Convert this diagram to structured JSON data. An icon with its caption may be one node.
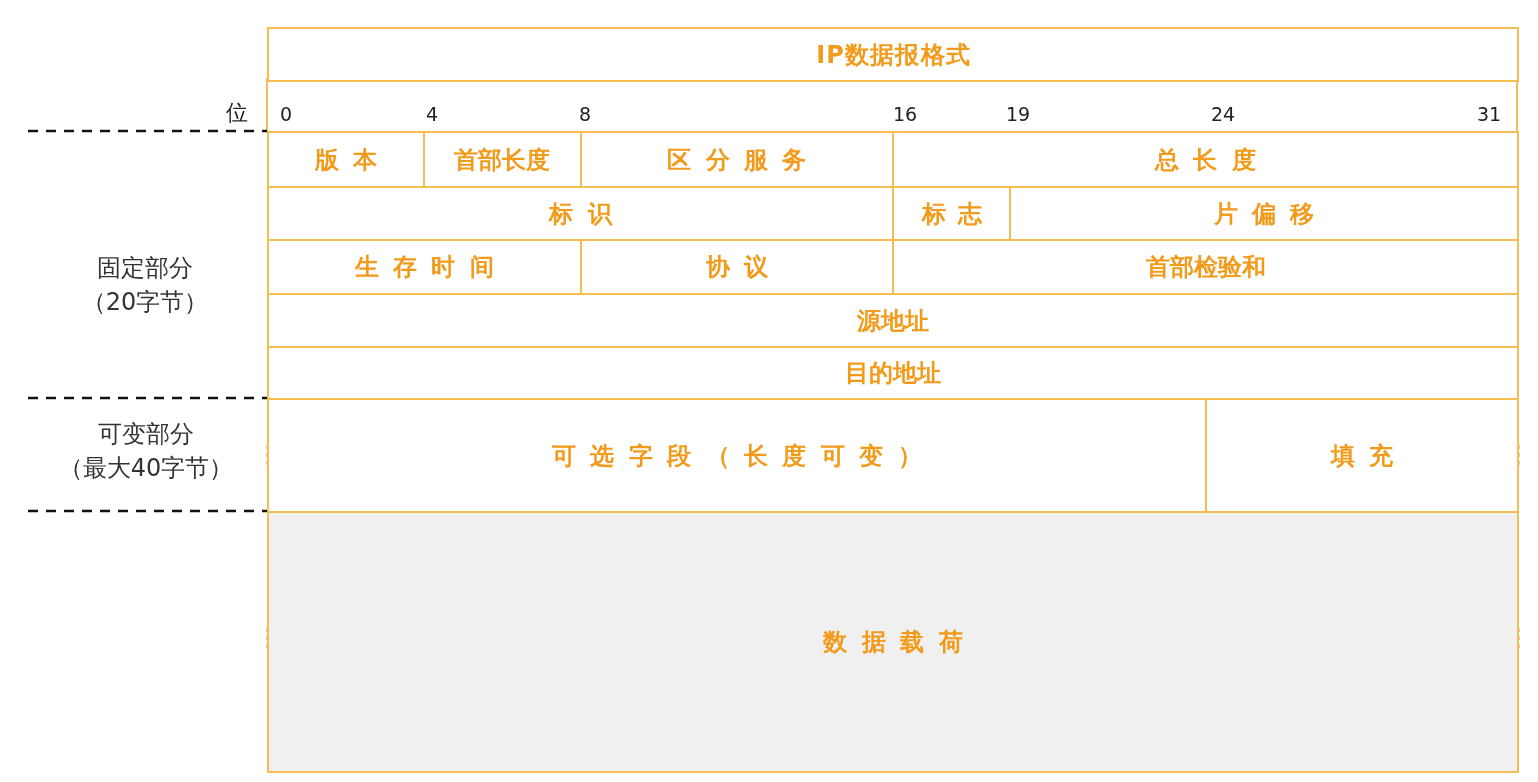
{
  "diagram": {
    "nodes": [
      {
        "text": [
          "IP数据报格式"
        ]
      },
      {
        "text": [
          "版本"
        ]
      },
      {
        "text": [
          "首部长度"
        ]
      },
      {
        "text": [
          "区分服务"
        ]
      },
      {
        "text": [
          "总长度"
        ]
      },
      {
        "text": [
          "标识"
        ]
      },
      {
        "text": [
          "标志"
        ]
      },
      {
        "text": [
          "片偏移"
        ]
      },
      {
        "text": [
          "生存时间"
        ]
      },
      {
        "text": [
          "协议"
        ]
      },
      {
        "text": [
          "首部检验和"
        ]
      },
      {
        "text": [
          "源地址"
        ]
      },
      {
        "text": [
          "目的地址"
        ]
      },
      {
        "text": [
          "可选字段（长度可变）"
        ]
      },
      {
        "text": [
          "填充"
        ]
      },
      {
        "text": [
          "数据载荷"
        ]
      }
    ],
    "labels": [
      "位",
      "0",
      "4",
      "8",
      "16",
      "19",
      "24",
      "31",
      "固定部分（20字节）",
      "可变部分（最大40字节）"
    ]
  }
}
